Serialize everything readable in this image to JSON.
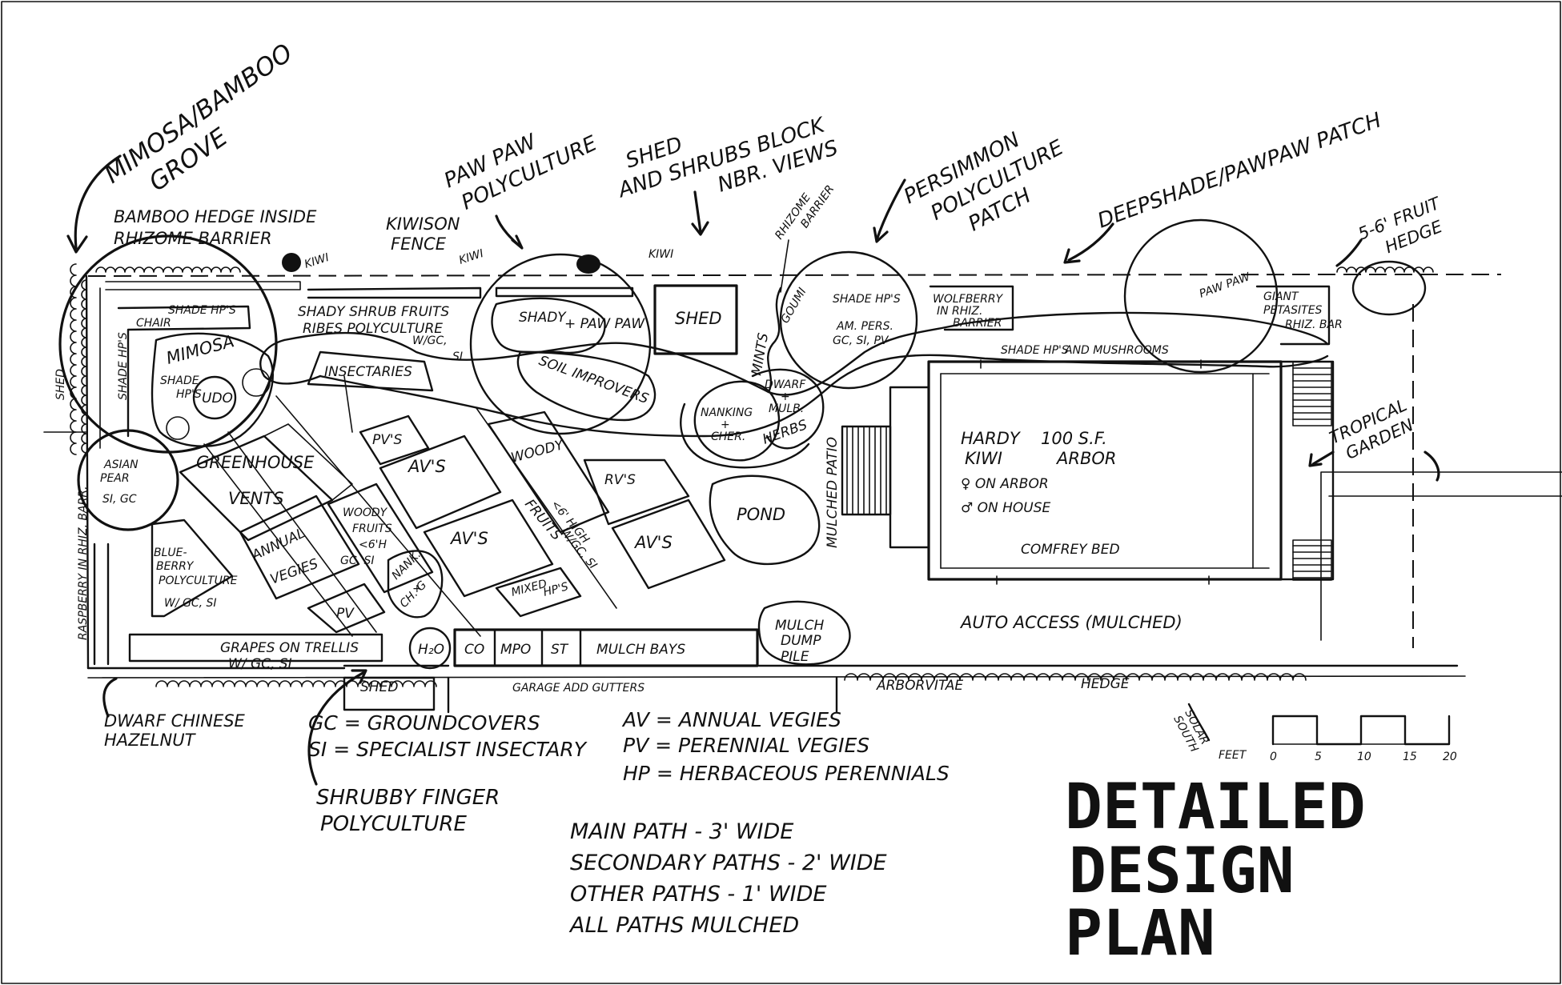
{
  "title": {
    "line1": "DETAILED",
    "line2": "DESIGN",
    "line3": "PLAN"
  },
  "callouts": {
    "mimosa_bamboo_1": "MIMOSA/BAMBOO",
    "mimosa_bamboo_2": "GROVE",
    "bamboo_hedge_1": "BAMBOO HEDGE INSIDE",
    "bamboo_hedge_2": "RHIZOME BARRIER",
    "kiwi_a": "KIWI",
    "kiwison_1": "KIWISON",
    "kiwison_2": "FENCE",
    "kiwi_b": "KIWI",
    "pawpaw_poly_1": "PAW PAW",
    "pawpaw_poly_2": "POLYCULTURE",
    "kiwi_c": "KIWI",
    "shed_shrubs_1": "SHED",
    "shed_shrubs_2": "AND SHRUBS BLOCK",
    "shed_shrubs_3": "NBR. VIEWS",
    "rhizome_barrier_1": "RHIZOME",
    "rhizome_barrier_2": "BARRIER",
    "persimmon_1": "PERSIMMON",
    "persimmon_2": "POLYCULTURE",
    "persimmon_3": "PATCH",
    "deepshade": "DEEPSHADE/PAWPAW PATCH",
    "fruit_hedge_1": "5-6' FRUIT",
    "fruit_hedge_2": "HEDGE",
    "tropical_1": "TROPICAL",
    "tropical_2": "GARDEN",
    "dwarf_hazel_1": "DWARF CHINESE",
    "dwarf_hazel_2": "HAZELNUT",
    "shrubby_1": "SHRUBBY FINGER",
    "shrubby_2": "POLYCULTURE"
  },
  "zones": {
    "shed_side": "SHED",
    "shade_hps_top": "SHADE HP'S",
    "chair": "CHAIR",
    "shade_hps_side": "SHADE HP'S",
    "mimosa": "MIMOSA",
    "shade_hps_inner_1": "SHADE",
    "shade_hps_inner_2": "HP'S",
    "udo": "UDO",
    "shady_shrub_1": "SHADY SHRUB FRUITS",
    "shady_shrub_2": "RIBES POLYCULTURE",
    "shady_shrub_3": "W/GC,",
    "shady_shrub_4": "SI",
    "insectaries": "INSECTARIES",
    "shady": "SHADY",
    "pawpaw": "+ PAW PAW",
    "soil_improvers": "SOIL IMPROVERS",
    "shed_top": "SHED",
    "mints": "MINTS",
    "goumi": "GOUMI",
    "shade_hps_amp_1": "SHADE HP'S",
    "shade_hps_amp_2": "AM. PERS.",
    "shade_hps_amp_3": "GC, SI, PV",
    "wolfberry_1": "WOLFBERRY",
    "wolfberry_2": "IN RHIZ.",
    "wolfberry_3": "BARRIER",
    "shade_mush_1": "SHADE HP'S",
    "shade_mush_2": "AND MUSHROOMS",
    "paw_paw": "PAW PAW",
    "giant_pet_1": "GIANT",
    "giant_pet_2": "PETASITES",
    "giant_pet_3": "RHIZ. BAR",
    "asian_pear_1": "ASIAN",
    "asian_pear_2": "PEAR",
    "asian_pear_3": "SI, GC",
    "greenhouse": "GREENHOUSE",
    "vents": "VENTS",
    "pvs": "PV'S",
    "avs_1": "AV'S",
    "woody_fruits_1": "WOODY",
    "woody_fruits_2": "FRUITS",
    "woody_fruits_3": "<6' HIGH",
    "woody_fruits_4": "W/GC, SI",
    "rvs": "RV'S",
    "nanking_1": "NANKING",
    "nanking_2": "+",
    "nanking_3": "CHER.",
    "dwarf_mulb_1": "DWARF",
    "dwarf_mulb_2": "+",
    "dwarf_mulb_3": "MULB.",
    "herbs": "HERBS",
    "blueberry_1": "BLUE-",
    "blueberry_2": "BERRY",
    "blueberry_3": "POLYCULTURE",
    "blueberry_4": "W/ GC, SI",
    "annual_vegies_1": "ANNUAL",
    "annual_vegies_2": "VEGIES",
    "woody_small_1": "WOODY",
    "woody_small_2": "FRUITS",
    "woody_small_3": "<6'H",
    "woody_small_4": "GC, SI",
    "avs_2": "AV'S",
    "avs_3": "AV'S",
    "pond": "POND",
    "mulched_patio": "MULCHED PATIO",
    "pv": "PV",
    "nanking_small_1": "NANK.",
    "nanking_small_2": "+",
    "nanking_small_3": "CH. G",
    "mixed_hps_1": "MIXED",
    "mixed_hps_2": "HP'S",
    "raspberry": "RASPBERRY IN RHIZ. BARR.",
    "grapes_1": "GRAPES ON TRELLIS",
    "grapes_2": "W/ GC, SI",
    "h2o": "H₂O",
    "compost_1": "CO",
    "compost_2": "MPO",
    "compost_3": "ST",
    "mulch_bays": "MULCH BAYS",
    "mulch_dump_1": "MULCH",
    "mulch_dump_2": "DUMP",
    "mulch_dump_3": "PILE",
    "shed_bottom": "SHED",
    "garage": "GARAGE ADD GUTTERS",
    "arborvitae": "ARBORVITAE",
    "hedge": "HEDGE",
    "hardy_kiwi_1": "HARDY",
    "hardy_kiwi_2": "KIWI",
    "arbor_1": "100 S.F.",
    "arbor_2": "ARBOR",
    "on_arbor": "♀ ON ARBOR",
    "on_house": "♂ ON HOUSE",
    "comfrey": "COMFREY BED",
    "auto_access": "AUTO ACCESS (MULCHED)",
    "solar_south_1": "SOLAR",
    "solar_south_2": "SOUTH"
  },
  "legend": {
    "gc": "GC = GROUNDCOVERS",
    "si": "SI = SPECIALIST INSECTARY",
    "av": "AV = ANNUAL VEGIES",
    "pv": "PV = PERENNIAL VEGIES",
    "hp": "HP = HERBACEOUS PERENNIALS"
  },
  "path_notes": {
    "main": "MAIN PATH - 3' WIDE",
    "secondary": "SECONDARY PATHS - 2' WIDE",
    "other": "OTHER PATHS - 1' WIDE",
    "all": "ALL PATHS MULCHED"
  },
  "scale": {
    "unit": "FEET",
    "ticks": [
      "0",
      "5",
      "10",
      "15",
      "20"
    ]
  }
}
